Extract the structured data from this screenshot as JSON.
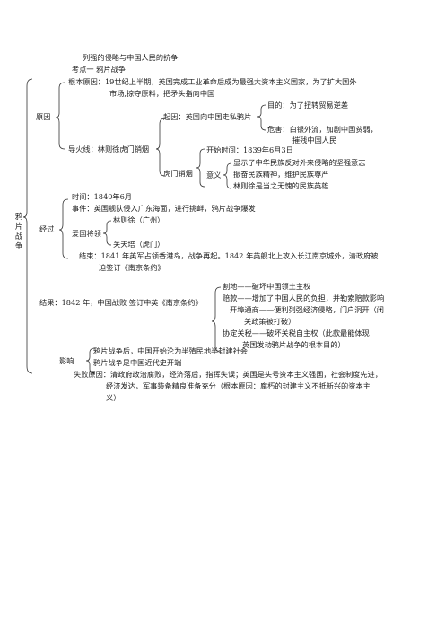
{
  "title": "列强的侵略与中国人民的抗争",
  "topic": "考点一 鸦片战争",
  "root": "鸦片战争",
  "causes": {
    "label": "原因",
    "fundamental_1": "根本原因：19世纪上半期，英国完成工业革命后成为最强大资本主义国家，为了扩大国外",
    "fundamental_2": "市场,掠夺原料，把矛头指向中国",
    "fuse": "导火线：林则徐虎门销烟",
    "origin": "起因：英国向中国走私鸦片",
    "purpose": "目的：为了扭转贸易逆差",
    "harm_1": "危害：白银外流，加剧中国贫弱，",
    "harm_2": "摧残中国人民",
    "humen": "虎门销烟",
    "start_time": "开始时间：1839年6月3日",
    "meaning": "意义",
    "meaning_1": "显示了中华民族反对外来侵略的坚强意志",
    "meaning_2": "振奋民族精神，维护民族尊严",
    "meaning_3": "林则徐是当之无愧的民族英雄"
  },
  "process": {
    "label": "经过",
    "time": "时间：1840年6月",
    "event": "事件：英国舰队侵入广东海面，进行挑衅，鸦片战争爆发",
    "generals": "爱国将领",
    "general_1": "林则徐（广州）",
    "general_2": "关天培（虎门）",
    "end_1": "结束：1841 年英军占领香港岛，战争再起。1842 年英舰北上攻入长江南京城外，清政府被",
    "end_2": "迫签订《南京条约》"
  },
  "result": {
    "label": "结果：1842 年，中国战败 签订中英《南京条约》",
    "item_1": "割地——破坏中国领土主权",
    "item_2": "赔款——增加了中国人民的负担，并勒索赔款影响",
    "item_3_1": "开埠通商——便利列强经济侵略，门户洞开（闭",
    "item_3_2": "关政策被打破）",
    "item_4_1": "协定关税——破坏关税自主权（此款最能体现",
    "item_4_2": "英国发动鸦片战争的根本目的）"
  },
  "impact": {
    "label": "影响",
    "item_1": "鸦片战争后，中国开始沦为半殖民地半封建社会",
    "item_2": "鸦片战争是中国近代史开端"
  },
  "failure": {
    "line_1": "失败原因：清政府政治腐败，经济落后，指挥失误；英国是头号资本主义强国，社会制度先进，",
    "line_2": "经济发达，军事装备精良准备充分（根本原因：腐朽的封建主义不抵新兴的资本主",
    "line_3": "义）"
  }
}
